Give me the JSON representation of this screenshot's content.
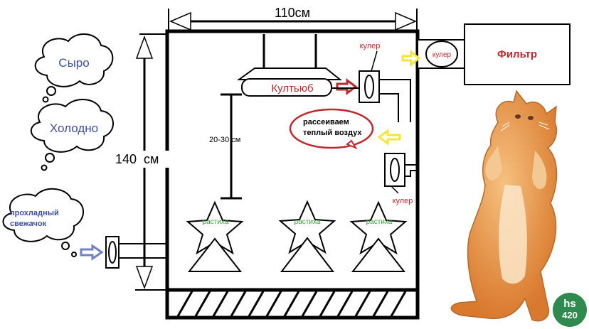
{
  "dimensions": {
    "width_label": "110см",
    "height_label": "140  см",
    "gap_label": "20-30 см"
  },
  "clouds": {
    "damp": "Сыро",
    "cold": "Холодно",
    "fresh_line1": "прохладный",
    "fresh_line2": "свежачок",
    "warm_line1": "рассеиваем",
    "warm_line2": "теплый воздух"
  },
  "components": {
    "lamp": "Култьюб",
    "filter": "Фильтр",
    "cooler_top": "кулер",
    "cooler_filter": "кулер",
    "cooler_side": "кулер"
  },
  "plants": [
    "растиха",
    "растиха",
    "растиха"
  ],
  "logo": {
    "line1": "hs",
    "line2": "420"
  },
  "colors": {
    "red_text": "#c0282d",
    "blue_text": "#3e4f9b",
    "green_text": "#3aa23a",
    "yellow_arrow": "#f5e63a",
    "red_arrow": "#c0282d",
    "blue_arrow": "#6f7fc8",
    "logo_green": "#2e8a4e",
    "cat_orange": "#e8954a"
  }
}
